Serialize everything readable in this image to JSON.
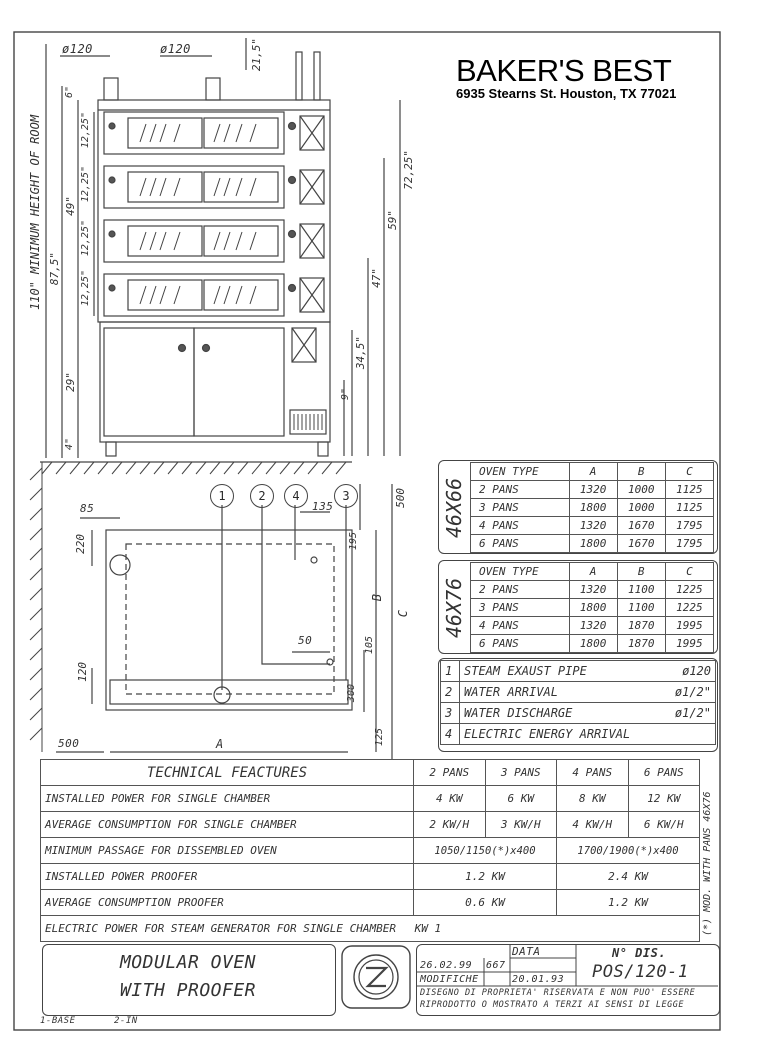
{
  "brand": {
    "name": "BAKER'S BEST",
    "address": "6935 Stearns St. Houston, TX 77021"
  },
  "drawing": {
    "top_dims": {
      "pipe1": "ø120",
      "pipe2": "ø120",
      "top": "21,5\""
    },
    "left_dims": {
      "room": "110\" MINIMUM HEIGHT OF ROOM",
      "d875": "87,5\"",
      "d49": "49\"",
      "d29": "29\"",
      "d4": "4\"",
      "d6": "6\"",
      "d1225a": "12,25\"",
      "d1225b": "12,25\"",
      "d1225c": "12,25\"",
      "d1225d": "12,25\""
    },
    "right_dims": {
      "d7225": "72,25\"",
      "d59": "59\"",
      "d47": "47\"",
      "d345": "34,5\"",
      "d9": "9\""
    },
    "plan_dims": {
      "d85": "85",
      "d220": "220",
      "d135": "135",
      "d195": "195",
      "d500top": "500",
      "dB": "B",
      "dC": "C",
      "d105": "105",
      "d50": "50",
      "d120": "120",
      "d300": "300",
      "d125": "125",
      "d500left": "500",
      "dA": "A"
    },
    "callouts": [
      "1",
      "2",
      "4",
      "3"
    ]
  },
  "oven_tables": [
    {
      "label": "46X66",
      "headers": [
        "OVEN TYPE",
        "A",
        "B",
        "C"
      ],
      "rows": [
        [
          "2 PANS",
          "1320",
          "1000",
          "1125"
        ],
        [
          "3 PANS",
          "1800",
          "1000",
          "1125"
        ],
        [
          "4 PANS",
          "1320",
          "1670",
          "1795"
        ],
        [
          "6 PANS",
          "1800",
          "1670",
          "1795"
        ]
      ]
    },
    {
      "label": "46X76",
      "headers": [
        "OVEN TYPE",
        "A",
        "B",
        "C"
      ],
      "rows": [
        [
          "2 PANS",
          "1320",
          "1100",
          "1225"
        ],
        [
          "3 PANS",
          "1800",
          "1100",
          "1225"
        ],
        [
          "4 PANS",
          "1320",
          "1870",
          "1995"
        ],
        [
          "6 PANS",
          "1800",
          "1870",
          "1995"
        ]
      ]
    }
  ],
  "legend": [
    {
      "num": "1",
      "label": "STEAM EXAUST PIPE",
      "value": "ø120"
    },
    {
      "num": "2",
      "label": "WATER ARRIVAL",
      "value": "ø1/2\""
    },
    {
      "num": "3",
      "label": "WATER DISCHARGE",
      "value": "ø1/2\""
    },
    {
      "num": "4",
      "label": "ELECTRIC ENERGY ARRIVAL",
      "value": ""
    }
  ],
  "tech": {
    "title": "TECHNICAL FEACTURES",
    "headers": [
      "2 PANS",
      "3 PANS",
      "4 PANS",
      "6 PANS"
    ],
    "installed_power": {
      "label": "INSTALLED POWER FOR SINGLE CHAMBER",
      "values": [
        "4 KW",
        "6 KW",
        "8 KW",
        "12 KW"
      ]
    },
    "avg_consumption": {
      "label": "AVERAGE CONSUMPTION FOR SINGLE CHAMBER",
      "values": [
        "2 KW/H",
        "3 KW/H",
        "4 KW/H",
        "6 KW/H"
      ]
    },
    "min_passage": {
      "label": "MINIMUM PASSAGE FOR DISSEMBLED OVEN",
      "values": [
        "1050/1150(*)x400",
        "1700/1900(*)x400"
      ]
    },
    "installed_proofer": {
      "label": "INSTALLED POWER PROOFER",
      "values": [
        "1.2 KW",
        "2.4 KW"
      ]
    },
    "avg_proofer": {
      "label": "AVERAGE CONSUMPTION PROOFER",
      "values": [
        "0.6 KW",
        "1.2 KW"
      ]
    },
    "steam_gen": {
      "label": "ELECTRIC POWER FOR STEAM GENERATOR FOR SINGLE CHAMBER",
      "value": "KW 1"
    },
    "side_note": "(*) MOD. WITH PANS 46X76"
  },
  "title_block": {
    "title_line1": "MODULAR OVEN",
    "title_line2": "WITH PROOFER",
    "data_label": "DATA",
    "date1": "26.02.99",
    "rev": "667",
    "modifiche": "MODIFICHE",
    "date2": "20.01.93",
    "ndis_label": "N° DIS.",
    "ndis": "POS/120-1",
    "notice1": "DISEGNO DI PROPRIETA' RISERVATA E NON PUO' ESSERE",
    "notice2": "RIPRODOTTO O MOSTRATO A TERZI AI SENSI DI LEGGE",
    "footer_left": "1-BASE",
    "footer_mid": "2-IN"
  }
}
